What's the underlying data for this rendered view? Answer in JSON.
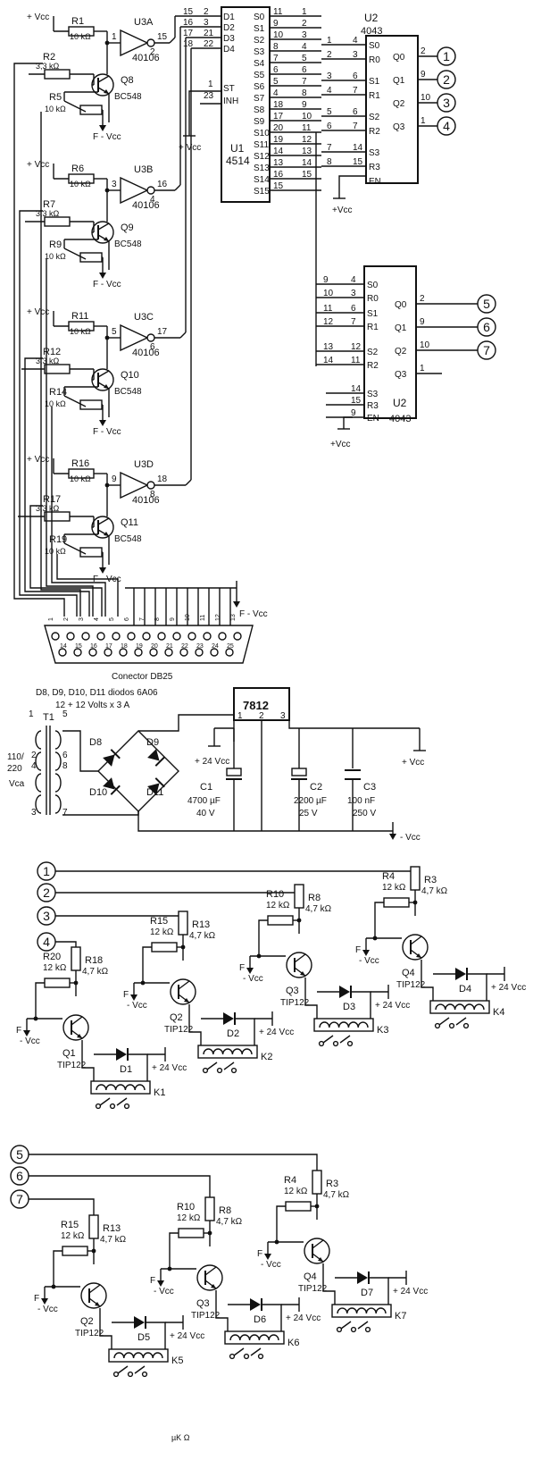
{
  "colors": {
    "ink": "#111111",
    "paper": "#ffffff"
  },
  "logic": {
    "gates": [
      {
        "ref": "U3A",
        "ic": "40106",
        "in": "1",
        "out": "2",
        "bus": "15",
        "res_in": "R1",
        "res_in_val": "10 kΩ",
        "res_b": "R2",
        "res_b_val": "3,3 kΩ",
        "res_pot": "R5",
        "res_pot_val": "10 kΩ",
        "transistor": "Q8",
        "part": "BC548"
      },
      {
        "ref": "U3B",
        "ic": "40106",
        "in": "3",
        "out": "4",
        "bus": "16",
        "res_in": "R6",
        "res_in_val": "10 kΩ",
        "res_b": "R7",
        "res_b_val": "3,3 kΩ",
        "res_pot": "R9",
        "res_pot_val": "10 kΩ",
        "transistor": "Q9",
        "part": "BC548"
      },
      {
        "ref": "U3C",
        "ic": "40106",
        "in": "5",
        "out": "6",
        "bus": "17",
        "res_in": "R11",
        "res_in_val": "10 kΩ",
        "res_b": "R12",
        "res_b_val": "3,3 kΩ",
        "res_pot": "R14",
        "res_pot_val": "10 kΩ",
        "transistor": "Q10",
        "part": "BC548"
      },
      {
        "ref": "U3D",
        "ic": "40106",
        "in": "9",
        "out": "8",
        "bus": "18",
        "res_in": "R16",
        "res_in_val": "10 kΩ",
        "res_b": "R17",
        "res_b_val": "3,3 kΩ",
        "res_pot": "R19",
        "res_pot_val": "10 kΩ",
        "transistor": "Q11",
        "part": "BC548"
      }
    ],
    "vcc": "+ Vcc",
    "gnd": "F - Vcc",
    "u1": {
      "ref": "U1",
      "part": "4514",
      "inputs": [
        {
          "name": "D1",
          "bus": "15",
          "pin": "2"
        },
        {
          "name": "D2",
          "bus": "16",
          "pin": "3"
        },
        {
          "name": "D3",
          "bus": "17",
          "pin": "21"
        },
        {
          "name": "D4",
          "bus": "18",
          "pin": "22"
        }
      ],
      "st_pin": "1",
      "st": "ST",
      "inh_pin": "23",
      "inh": "INH",
      "vcc": "+ Vcc",
      "outputs": [
        {
          "name": "S0",
          "pin": "11",
          "net": "1"
        },
        {
          "name": "S1",
          "pin": "9",
          "net": "2"
        },
        {
          "name": "S2",
          "pin": "10",
          "net": "3"
        },
        {
          "name": "S3",
          "pin": "8",
          "net": "4"
        },
        {
          "name": "S4",
          "pin": "7",
          "net": "5"
        },
        {
          "name": "S5",
          "pin": "6",
          "net": "6"
        },
        {
          "name": "S6",
          "pin": "5",
          "net": "7"
        },
        {
          "name": "S7",
          "pin": "4",
          "net": "8"
        },
        {
          "name": "S8",
          "pin": "18",
          "net": "9"
        },
        {
          "name": "S9",
          "pin": "17",
          "net": "10"
        },
        {
          "name": "S10",
          "pin": "20",
          "net": "11"
        },
        {
          "name": "S11",
          "pin": "19",
          "net": "12"
        },
        {
          "name": "S12",
          "pin": "14",
          "net": "13"
        },
        {
          "name": "S13",
          "pin": "13",
          "net": "14"
        },
        {
          "name": "S14",
          "pin": "16",
          "net": "15"
        },
        {
          "name": "S15",
          "pin": "15",
          "net": ""
        }
      ]
    },
    "u2a": {
      "ref": "U2",
      "part": "4043",
      "left": [
        {
          "net": "1",
          "pin": "4",
          "name": "S0"
        },
        {
          "net": "2",
          "pin": "3",
          "name": "R0"
        },
        {
          "net": "3",
          "pin": "6",
          "name": "S1"
        },
        {
          "net": "4",
          "pin": "7",
          "name": "R1"
        },
        {
          "net": "5",
          "pin": "6",
          "name": "S2"
        },
        {
          "net": "6",
          "pin": "7",
          "name": "R2"
        },
        {
          "net": "7",
          "pin": "14",
          "name": "S3"
        },
        {
          "net": "8",
          "pin": "15",
          "name": "R3"
        },
        {
          "net": "",
          "pin": "",
          "name": "EN"
        }
      ],
      "right": [
        {
          "name": "Q0",
          "pin": "2",
          "circle": "1"
        },
        {
          "name": "Q1",
          "pin": "9",
          "circle": "2"
        },
        {
          "name": "Q2",
          "pin": "10",
          "circle": "3"
        },
        {
          "name": "Q3",
          "pin": "1",
          "circle": "4"
        }
      ],
      "vcc": "+Vcc"
    },
    "u2b": {
      "ref": "U2",
      "part": "4043",
      "left": [
        {
          "net": "9",
          "pin": "4",
          "name": "S0"
        },
        {
          "net": "10",
          "pin": "3",
          "name": "R0"
        },
        {
          "net": "11",
          "pin": "6",
          "name": "S1"
        },
        {
          "net": "12",
          "pin": "7",
          "name": "R1"
        },
        {
          "net": "13",
          "pin": "12",
          "name": "S2"
        },
        {
          "net": "14",
          "pin": "11",
          "name": "R2"
        },
        {
          "net": "",
          "pin": "14",
          "name": "S3"
        },
        {
          "net": "",
          "pin": "15",
          "name": "R3"
        },
        {
          "net": "",
          "pin": "9",
          "name": "EN"
        }
      ],
      "right": [
        {
          "name": "Q0",
          "pin": "2",
          "circle": "5"
        },
        {
          "name": "Q1",
          "pin": "9",
          "circle": "6"
        },
        {
          "name": "Q2",
          "pin": "10",
          "circle": "7"
        },
        {
          "name": "Q3",
          "pin": "1",
          "circle": ""
        }
      ],
      "vcc": "+Vcc"
    },
    "connector": {
      "label": "Conector DB25",
      "pins": [
        "1",
        "2",
        "3",
        "4",
        "5",
        "6",
        "7",
        "8",
        "9",
        "10",
        "11",
        "12",
        "13",
        "14",
        "15",
        "16",
        "17",
        "18",
        "19",
        "20",
        "21",
        "22",
        "23",
        "24",
        "25"
      ],
      "gnd": "F - Vcc"
    }
  },
  "power": {
    "diodes_note": "D8, D9, D10, D11 diodos 6A06",
    "transformer_note": "12 + 12 Volts x 3 A",
    "transformer": "T1",
    "primary_voltage": [
      "110/",
      "220",
      "Vca"
    ],
    "t_pins": [
      "1",
      "5",
      "2",
      "6",
      "4",
      "8",
      "3",
      "7"
    ],
    "diodes": [
      "D8",
      "D9",
      "D10",
      "D11"
    ],
    "regulator": "7812",
    "reg_pins": [
      "1",
      "2",
      "3"
    ],
    "plus24": "+ 24 Vcc",
    "c1": [
      "C1",
      "4700 µF",
      "40 V"
    ],
    "c2": [
      "C2",
      "2200 µF",
      "25 V"
    ],
    "c3": [
      "C3",
      "100 nF",
      "250 V"
    ],
    "vcc": "+ Vcc",
    "gnd": "- Vcc"
  },
  "drivers_a": {
    "circles": [
      "1",
      "2",
      "3",
      "4"
    ],
    "stages": [
      {
        "q": "Q1",
        "part": "TIP122",
        "rb": "R20",
        "rb_val": "12 kΩ",
        "rs": "R18",
        "rs_val": "4,7 kΩ",
        "d": "D1",
        "k": "K1",
        "f": "F",
        "gnd": "- Vcc",
        "v24": "+ 24 Vcc"
      },
      {
        "q": "Q2",
        "part": "TIP122",
        "rb": "R15",
        "rb_val": "12 kΩ",
        "rs": "R13",
        "rs_val": "4,7 kΩ",
        "d": "D2",
        "k": "K2",
        "f": "F",
        "gnd": "- Vcc",
        "v24": "+ 24 Vcc"
      },
      {
        "q": "Q3",
        "part": "TIP122",
        "rb": "R10",
        "rb_val": "12 kΩ",
        "rs": "R8",
        "rs_val": "4,7 kΩ",
        "d": "D3",
        "k": "K3",
        "f": "F",
        "gnd": "- Vcc",
        "v24": "+ 24 Vcc"
      },
      {
        "q": "Q4",
        "part": "TIP122",
        "rb": "R4",
        "rb_val": "12 kΩ",
        "rs": "R3",
        "rs_val": "4,7 kΩ",
        "d": "D4",
        "k": "K4",
        "f": "F",
        "gnd": "- Vcc",
        "v24": "+ 24 Vcc"
      }
    ]
  },
  "drivers_b": {
    "circles": [
      "5",
      "6",
      "7"
    ],
    "stages": [
      {
        "q": "Q2",
        "part": "TIP122",
        "rb": "R15",
        "rb_val": "12 kΩ",
        "rs": "R13",
        "rs_val": "4,7 kΩ",
        "d": "D5",
        "k": "K5",
        "f": "F",
        "gnd": "- Vcc",
        "v24": "+ 24 Vcc"
      },
      {
        "q": "Q3",
        "part": "TIP122",
        "rb": "R10",
        "rb_val": "12 kΩ",
        "rs": "R8",
        "rs_val": "4,7 kΩ",
        "d": "D6",
        "k": "K6",
        "f": "F",
        "gnd": "- Vcc",
        "v24": "+ 24 Vcc"
      },
      {
        "q": "Q4",
        "part": "TIP122",
        "rb": "R4",
        "rb_val": "12 kΩ",
        "rs": "R3",
        "rs_val": "4,7 kΩ",
        "d": "D7",
        "k": "K7",
        "f": "F",
        "gnd": "- Vcc",
        "v24": "+ 24 Vcc"
      }
    ],
    "stray_mark": "µK Ω"
  }
}
